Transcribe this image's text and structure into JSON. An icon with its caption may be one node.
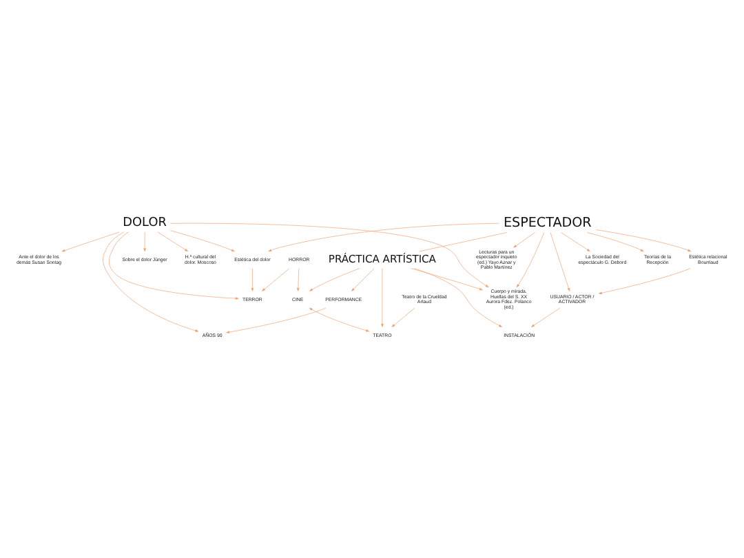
{
  "diagram": {
    "nodes": [
      {
        "text": [
          "Ante el dolor de los demás Susan Sontag"
        ]
      },
      {
        "text": [
          "Sobre el dolor Jünger"
        ]
      },
      {
        "text": [
          "H.ª cultural del dolor. Moscoso"
        ]
      },
      {
        "text": [
          "Cuerpo y mirada. Huellas del S. XX Aurora Fdez. Polanco (ed.)"
        ]
      },
      {
        "text": [
          "DOLOR"
        ]
      },
      {
        "text": [
          "Estética del dolor"
        ]
      },
      {
        "text": [
          "AÑOS 90"
        ]
      },
      {
        "text": [
          "TERROR"
        ]
      },
      {
        "text": [
          "PERFORMANCE"
        ]
      },
      {
        "text": [
          "HORROR"
        ]
      },
      {
        "text": [
          "CINE"
        ]
      },
      {
        "text": [
          "PRÁCTICA ARTÍSTICA"
        ]
      },
      {
        "text": [
          "Lecturas para un espectador inquieto (ed.) Yayo Aznar y Pablo Martínez"
        ]
      },
      {
        "text": [
          "TEATRO"
        ]
      },
      {
        "text": [
          "Teatro de la Crueldad Artaud"
        ]
      },
      {
        "text": [
          "INSTALACIÓN"
        ]
      },
      {
        "text": [
          "ESPECTADOR"
        ]
      },
      {
        "text": [
          "USUARIO / ACTOR / ACTIVADOR"
        ]
      },
      {
        "text": [
          "La Sociedad del espectáculo G. Debord"
        ]
      },
      {
        "text": [
          "Teorías de la Recepción"
        ]
      },
      {
        "text": [
          "Estética relacional Bourriaud"
        ]
      }
    ],
    "edges": [
      {
        "from": 4,
        "to": 0,
        "arrow": "to"
      },
      {
        "from": 4,
        "to": 1,
        "arrow": "to"
      },
      {
        "from": 4,
        "to": 2,
        "arrow": "to"
      },
      {
        "from": 4,
        "to": 3,
        "arrow": "to"
      },
      {
        "from": 4,
        "to": 5,
        "arrow": "to"
      },
      {
        "from": 4,
        "to": 6,
        "arrow": "to"
      },
      {
        "from": 4,
        "to": 7,
        "arrow": "to"
      },
      {
        "from": 5,
        "to": 7,
        "arrow": "to"
      },
      {
        "from": 9,
        "to": 7,
        "arrow": "to"
      },
      {
        "from": 16,
        "to": 5,
        "arrow": "to"
      },
      {
        "from": 16,
        "to": 3,
        "arrow": "to"
      },
      {
        "from": 11,
        "to": 3,
        "arrow": "to"
      },
      {
        "from": 9,
        "to": 10,
        "arrow": "to"
      },
      {
        "from": 11,
        "to": 10,
        "arrow": "to"
      },
      {
        "from": 10,
        "to": 13,
        "arrow": "both"
      },
      {
        "from": 11,
        "to": 13,
        "arrow": "to"
      },
      {
        "from": 14,
        "to": 13,
        "arrow": "to"
      },
      {
        "from": 11,
        "to": 8,
        "arrow": "to"
      },
      {
        "from": 8,
        "to": 6,
        "arrow": "to"
      },
      {
        "from": 11,
        "to": 15,
        "arrow": "to"
      },
      {
        "from": 16,
        "to": 11,
        "arrow": "none"
      },
      {
        "from": 16,
        "to": 17,
        "arrow": "to"
      },
      {
        "from": 17,
        "to": 15,
        "arrow": "to"
      },
      {
        "from": 20,
        "to": 17,
        "arrow": "to"
      },
      {
        "from": 16,
        "to": 12,
        "arrow": "to"
      },
      {
        "from": 16,
        "to": 19,
        "arrow": "to"
      },
      {
        "from": 16,
        "to": 18,
        "arrow": "to"
      },
      {
        "from": 16,
        "to": 20,
        "arrow": "to"
      }
    ]
  }
}
